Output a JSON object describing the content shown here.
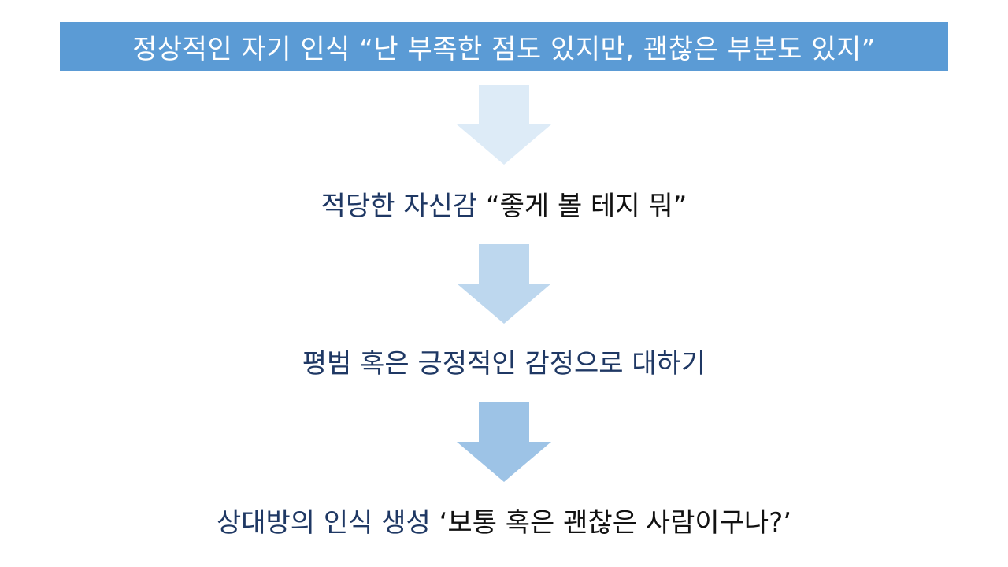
{
  "header": {
    "text": "정상적인 자기 인식 “난 부족한 점도 있지만, 괜찮은 부분도 있지”"
  },
  "steps": [
    {
      "main": "적당한 자신감",
      "quote": " “좋게 볼 테지 뭐”"
    },
    {
      "main": "평범 혹은 긍정적인 감정으로 대하기"
    },
    {
      "main": "상대방의 인식 생성",
      "quote": " ‘보통 혹은 괜찮은 사람이구나?’"
    }
  ],
  "colors": {
    "header_bg": "#5b9bd5",
    "header_text": "#ffffff",
    "step_main": "#1f3864",
    "step_quote": "#111111",
    "arrow_1": "#ddebf7",
    "arrow_2": "#bdd7ee",
    "arrow_3": "#9dc3e6"
  }
}
